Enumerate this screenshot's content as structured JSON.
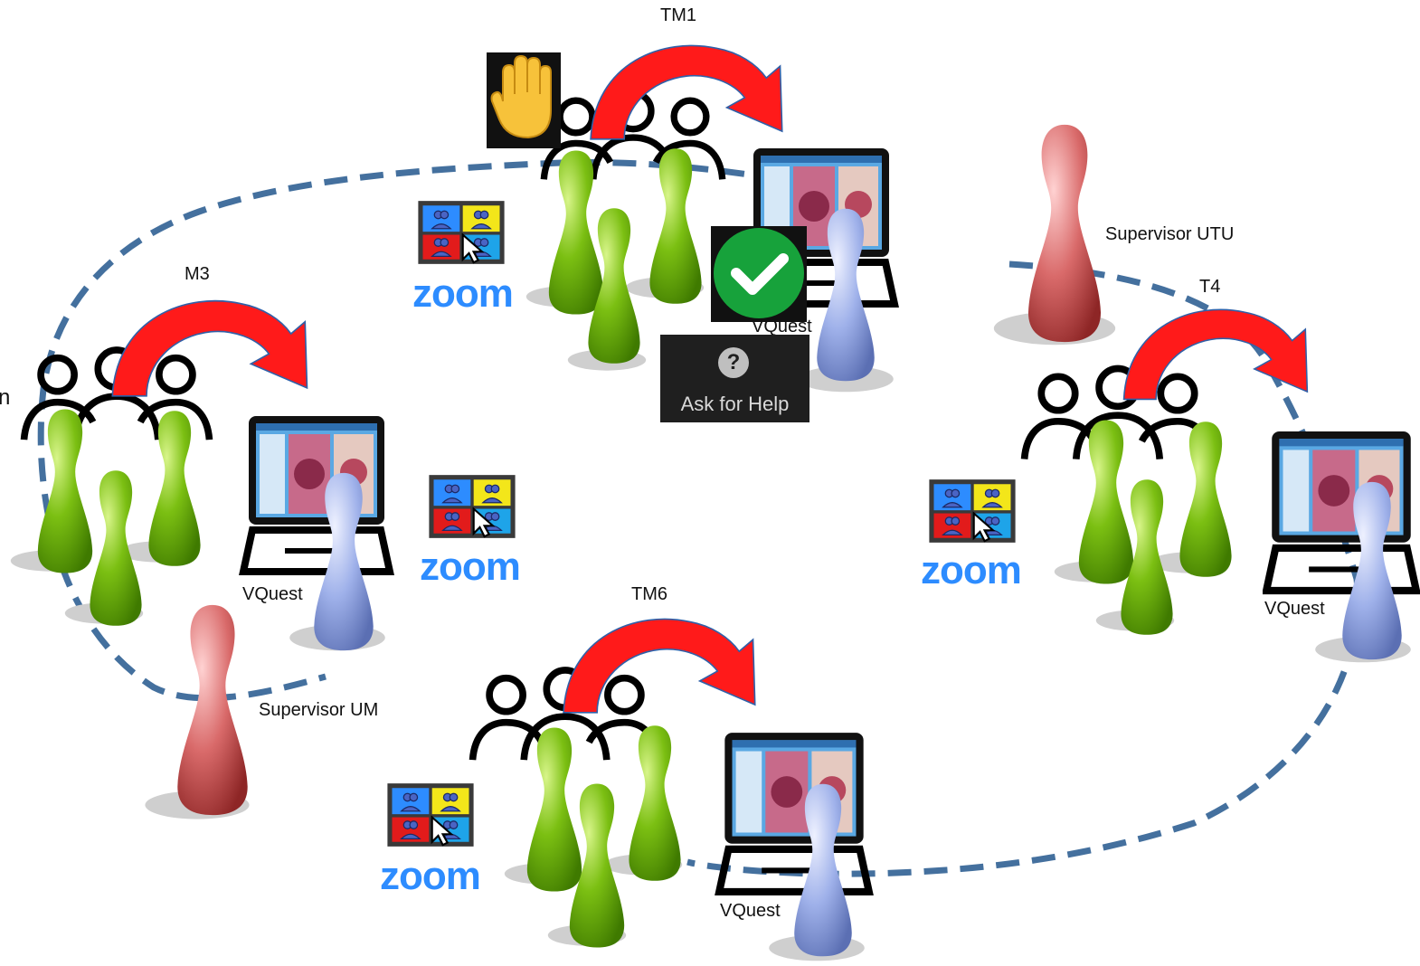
{
  "labels": {
    "tm1": "TM1",
    "m3": "M3",
    "t4": "T4",
    "tm6": "TM6",
    "supervisor_utu": "Supervisor UTU",
    "supervisor_um": "Supervisor UM",
    "vquest": "VQuest",
    "left_cut": "n"
  },
  "help": {
    "label": "Ask for Help",
    "glyph": "?"
  },
  "zoom": {
    "word": "zoom"
  },
  "colors": {
    "student": "#7bbf12",
    "tutor": "#9fb1ea",
    "supervisor": "#d96a6a",
    "arrow": "#ff1a1a",
    "dashed_line": "#44709e",
    "zoom_blue": "#2d8cff",
    "check_green": "#17a23b"
  },
  "icons": [
    "raised-hand-icon",
    "checkmark-icon",
    "help-icon",
    "zoom-icon",
    "computer-icon",
    "users-icon",
    "pawn-icon"
  ]
}
